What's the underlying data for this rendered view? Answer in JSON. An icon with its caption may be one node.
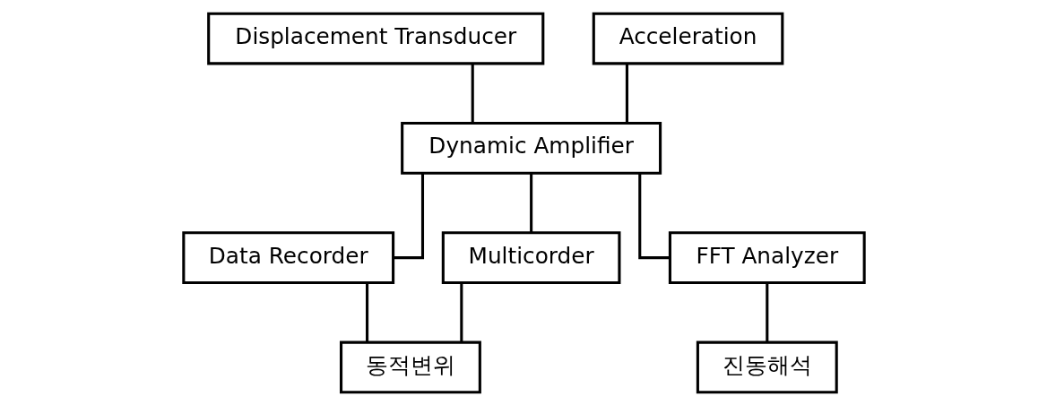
{
  "diagram": {
    "nodes": [
      {
        "text": [
          "Displacement Transducer"
        ]
      },
      {
        "text": [
          "Acceleration"
        ]
      },
      {
        "text": [
          "Dynamic Amplifier"
        ]
      },
      {
        "text": [
          "Data Recorder"
        ]
      },
      {
        "text": [
          "Multicorder"
        ]
      },
      {
        "text": [
          "FFT Analyzer"
        ]
      },
      {
        "text": [
          "동적변위"
        ]
      },
      {
        "text": [
          "진동해석"
        ]
      }
    ],
    "edges": [
      {
        "from": 0,
        "to": 2,
        "arrow": "none"
      },
      {
        "from": 1,
        "to": 2,
        "arrow": "none"
      },
      {
        "from": 2,
        "to": 3,
        "arrow": "none"
      },
      {
        "from": 2,
        "to": 4,
        "arrow": "none"
      },
      {
        "from": 2,
        "to": 5,
        "arrow": "none"
      },
      {
        "from": 3,
        "to": 6,
        "arrow": "none"
      },
      {
        "from": 4,
        "to": 6,
        "arrow": "none"
      },
      {
        "from": 5,
        "to": 7,
        "arrow": "none"
      }
    ]
  }
}
